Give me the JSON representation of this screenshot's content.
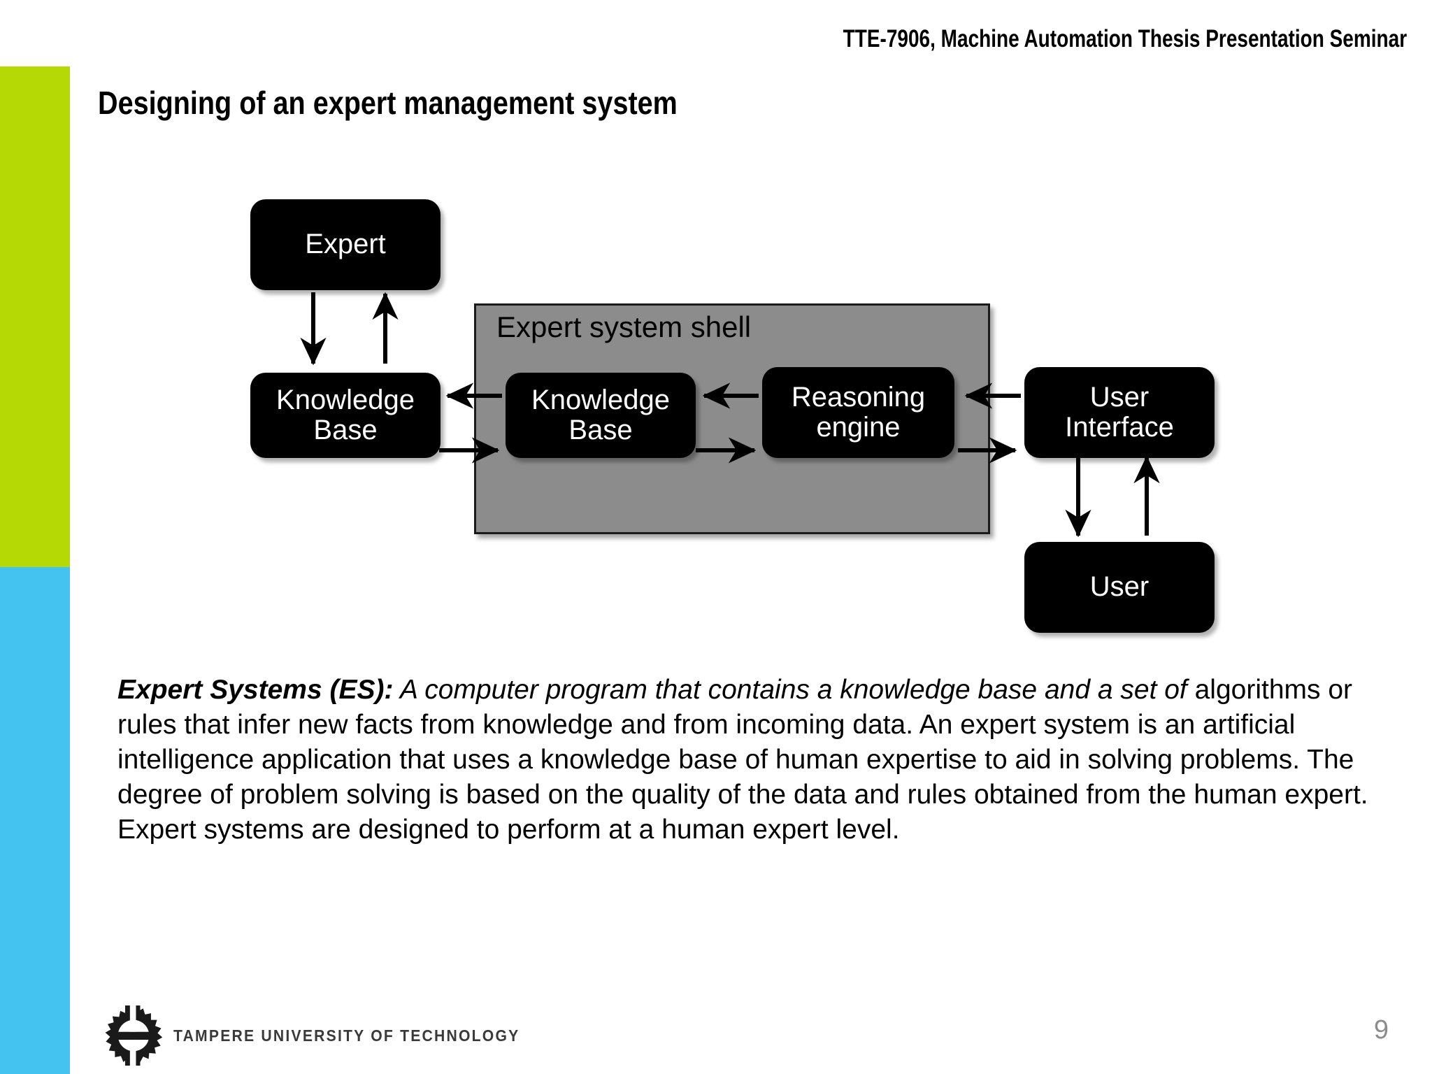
{
  "slide": {
    "header": "TTE-7906, Machine Automation Thesis Presentation Seminar",
    "title": "Designing of an expert management system",
    "page_number": "9"
  },
  "colors": {
    "accent_green": "#b5d904",
    "accent_blue": "#45c3f0",
    "node_fill": "#000000",
    "node_text": "#ffffff",
    "shell_fill": "#8c8c8c",
    "shell_border": "#1a1a1a",
    "page_number_color": "#8c8c8c"
  },
  "diagram": {
    "shell_label": "Expert system shell",
    "nodes": [
      {
        "id": "expert",
        "label": "Expert"
      },
      {
        "id": "knowledge-base-1",
        "label": "Knowledge\nBase"
      },
      {
        "id": "knowledge-base-2",
        "label": "Knowledge\nBase"
      },
      {
        "id": "reasoning-engine",
        "label": "Reasoning\nengine"
      },
      {
        "id": "user-interface",
        "label": "User\nInterface"
      },
      {
        "id": "user",
        "label": "User"
      }
    ],
    "node_labels": {
      "expert": "Expert",
      "knowledge_base_1_line1": "Knowledge",
      "knowledge_base_1_line2": "Base",
      "knowledge_base_2_line1": "Knowledge",
      "knowledge_base_2_line2": "Base",
      "reasoning_engine_line1": "Reasoning",
      "reasoning_engine_line2": "engine",
      "user_interface_line1": "User",
      "user_interface_line2": "Interface",
      "user": "User"
    },
    "edges": [
      {
        "from": "expert",
        "to": "knowledge-base-1",
        "direction": "down"
      },
      {
        "from": "knowledge-base-1",
        "to": "expert",
        "direction": "up"
      },
      {
        "from": "knowledge-base-2",
        "to": "knowledge-base-1",
        "direction": "left"
      },
      {
        "from": "knowledge-base-1",
        "to": "knowledge-base-2",
        "direction": "right"
      },
      {
        "from": "reasoning-engine",
        "to": "knowledge-base-2",
        "direction": "left"
      },
      {
        "from": "knowledge-base-2",
        "to": "reasoning-engine",
        "direction": "right"
      },
      {
        "from": "user-interface",
        "to": "reasoning-engine",
        "direction": "left"
      },
      {
        "from": "reasoning-engine",
        "to": "user-interface",
        "direction": "right"
      },
      {
        "from": "user-interface",
        "to": "user",
        "direction": "down"
      },
      {
        "from": "user",
        "to": "user-interface",
        "direction": "up"
      }
    ]
  },
  "body": {
    "lead_bold": "Expert Systems (ES):",
    "lead_italic": " A computer program that contains a knowledge base and a set of",
    "rest": " algorithms or rules that infer new facts from knowledge and from incoming data. An expert system is an artificial intelligence application that uses a knowledge base of human expertise to aid in solving problems. The degree of problem solving is based on the quality of the data and rules obtained from the human expert. Expert systems are designed to perform at a human expert level."
  },
  "footer": {
    "organization": "TAMPERE UNIVERSITY OF TECHNOLOGY"
  }
}
